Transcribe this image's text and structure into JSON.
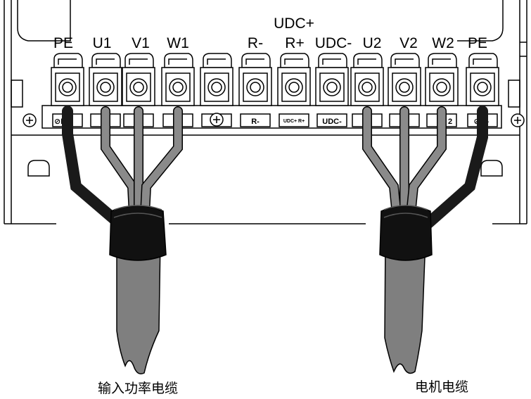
{
  "top_labels": [
    "PE",
    "U1",
    "V1",
    "W1",
    "R-",
    "UDC+",
    "R+",
    "UDC-",
    "U2",
    "V2",
    "W2",
    "PE"
  ],
  "plate_labels": {
    "pe_left": "⊘PE",
    "r_minus": "R-",
    "udc_r": "UDC+ R+",
    "udc_minus": "UDC-",
    "w2_partial": "2",
    "pe_right": "⊘ ⏚"
  },
  "captions": {
    "input": "输入功率电缆",
    "motor": "电机电缆"
  },
  "colors": {
    "line": "#000000",
    "terminal_fill": "#ffffff",
    "wire_gray": "#8a8a8a",
    "ground_wire": "#1a1a1a",
    "sheath": "#7f7f7f"
  }
}
